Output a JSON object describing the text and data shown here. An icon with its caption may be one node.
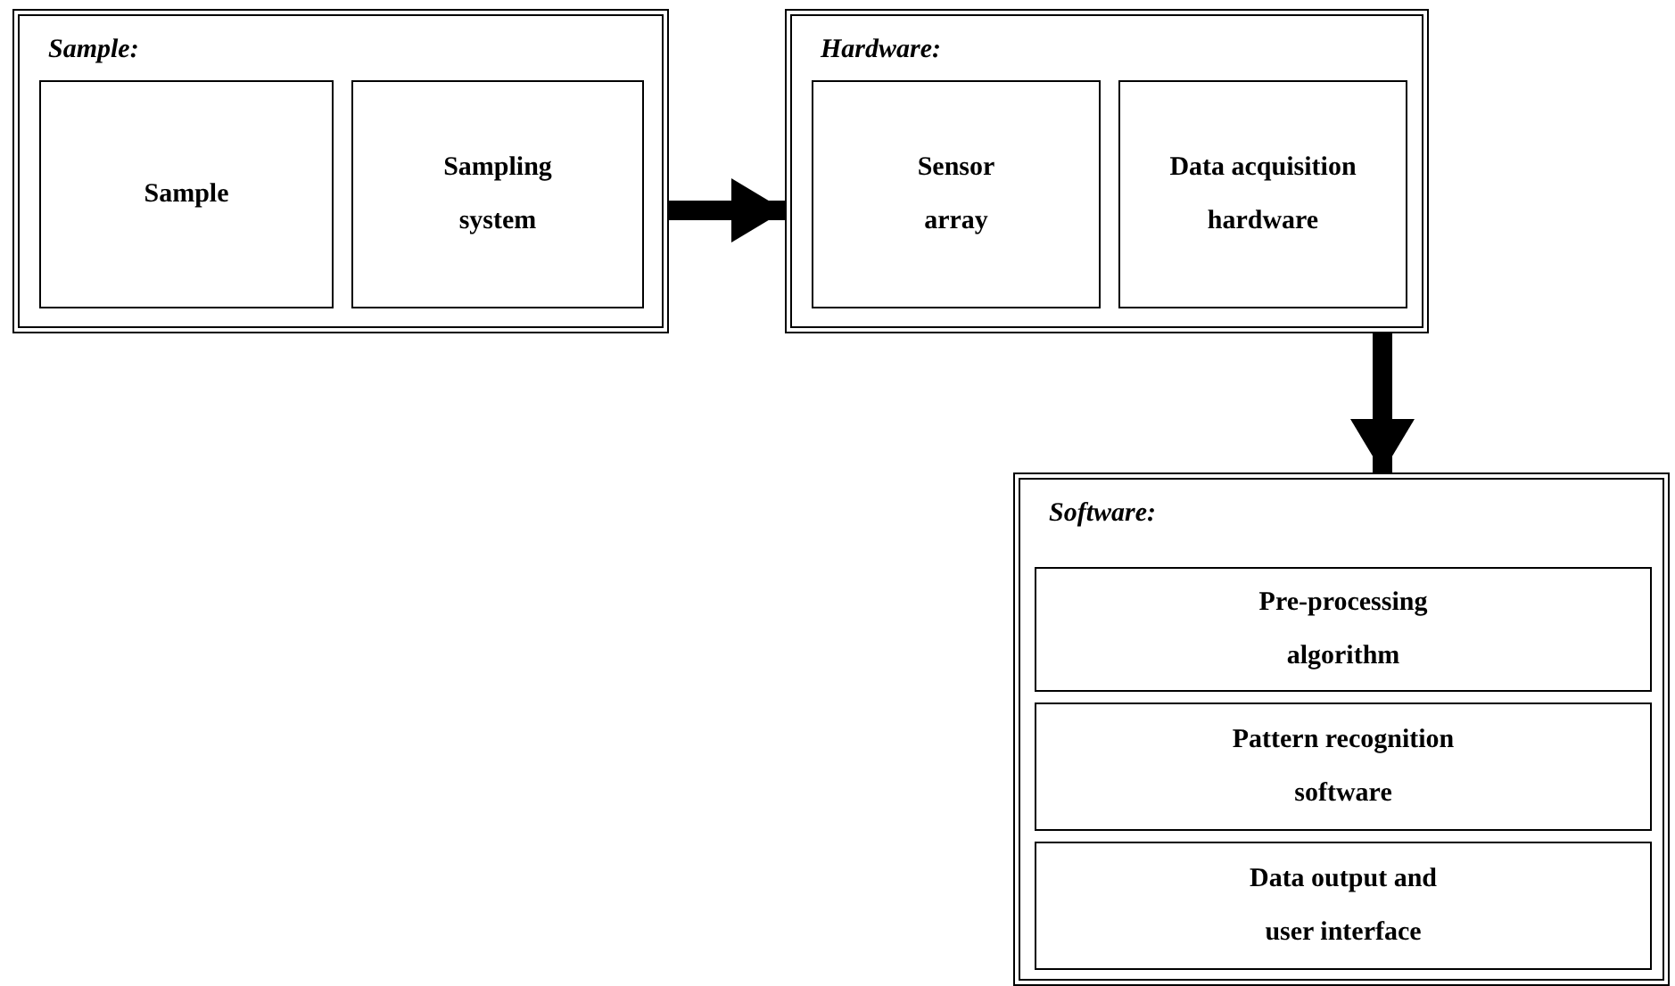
{
  "diagram": {
    "nodes": [
      {
        "text": [
          "Sample:"
        ]
      },
      {
        "text": [
          "Sample"
        ],
        "in": 0
      },
      {
        "text": [
          "Sampling system"
        ],
        "in": 0
      },
      {
        "text": [
          "Hardware:"
        ]
      },
      {
        "text": [
          "Sensor array"
        ],
        "in": 3
      },
      {
        "text": [
          "Data acquisition hardware"
        ],
        "in": 3
      },
      {
        "text": [
          "Software:"
        ]
      },
      {
        "text": [
          "Pre-processing algorithm"
        ],
        "in": 6
      },
      {
        "text": [
          "Pattern recognition software"
        ],
        "in": 6
      },
      {
        "text": [
          "Data output and user interface"
        ],
        "in": 6
      }
    ],
    "edges": [
      {
        "from": 0,
        "to": 3,
        "arrow": "to"
      },
      {
        "from": 3,
        "to": 6,
        "arrow": "to"
      }
    ]
  }
}
